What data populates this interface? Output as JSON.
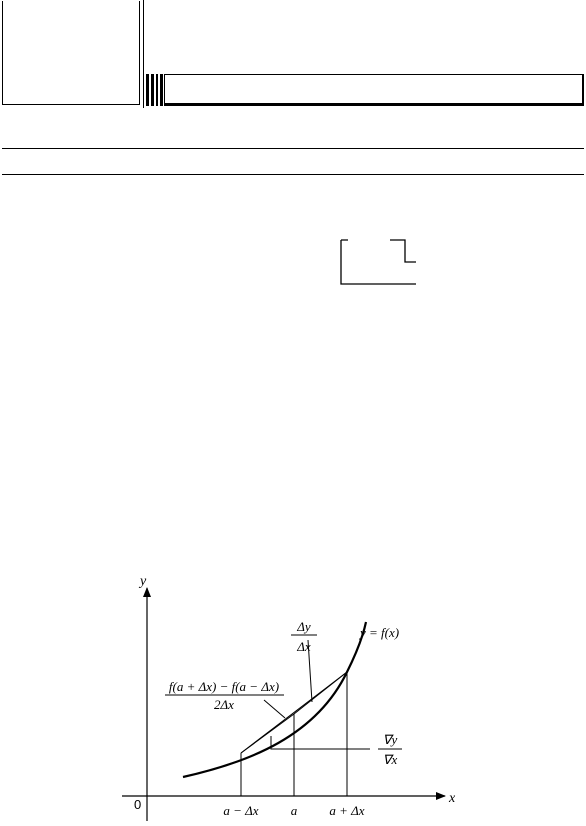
{
  "figure": {
    "axis_y_label": "y",
    "axis_x_label": "x",
    "origin_label": "0",
    "curve_label": "y = f(x)",
    "forward_ratio": {
      "num": "Δy",
      "den": "Δx"
    },
    "central_ratio": {
      "num": "f(a + Δx) − f(a − Δx)",
      "den": "2Δx"
    },
    "backward_ratio": {
      "num": "∇y",
      "den": "∇x"
    },
    "ticks": [
      "a − Δx",
      "a",
      "a + Δx"
    ]
  }
}
